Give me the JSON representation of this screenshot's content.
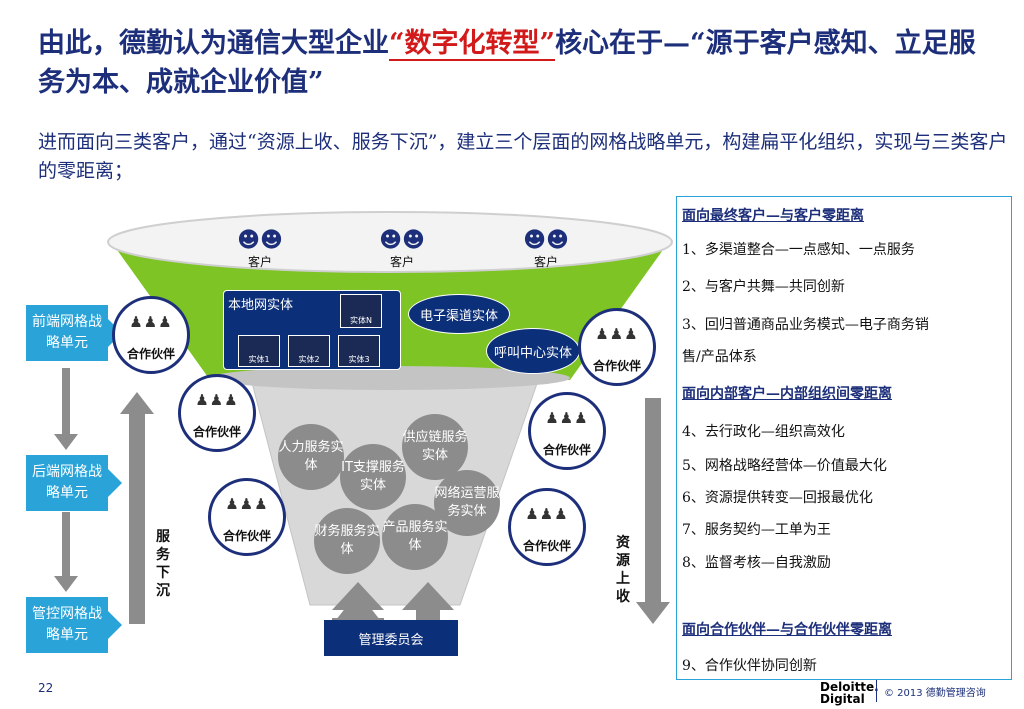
{
  "title": {
    "part1": "由此，德勤认为通信大型企业",
    "highlight": "“数字化转型”",
    "part2": "核心在于—“源于客户感知、立足服务为本、成就企业价值”"
  },
  "subtitle": "进而面向三类客户，通过“资源上收、服务下沉”，建立三个层面的网格战略单元，构建扁平化组织，实现与三类客户的零距离；",
  "left_units": [
    "前端网格战略单元",
    "后端网格战略单元",
    "管控网格战略单元"
  ],
  "customers": [
    "客户",
    "客户",
    "客户"
  ],
  "local_entity": {
    "label": "本地网实体",
    "entities": [
      "实体1",
      "实体2",
      "实体3",
      "实体N"
    ]
  },
  "ovals": [
    "电子渠道实体",
    "呼叫中心实体"
  ],
  "partner_label": "合作伙伴",
  "gray_circles": [
    "人力服务实体",
    "IT支撑服务实体",
    "供应链服务实体",
    "网络运营服务实体",
    "财务服务实体",
    "产品服务实体"
  ],
  "service_down": "服务下沉",
  "resource_up": "资源上收",
  "committee": "管理委员会",
  "right_panel": [
    {
      "text": "面向最终客户—与客户零距离",
      "head": true
    },
    {
      "text": "1、多渠道整合—一点感知、一点服务",
      "head": false
    },
    {
      "text": "2、与客户共舞—共同创新",
      "head": false
    },
    {
      "text": "3、回归普通商品业务模式—电子商务销",
      "head": false
    },
    {
      "text": "售/产品体系",
      "head": false
    },
    {
      "text": "面向内部客户—内部组织间零距离",
      "head": true
    },
    {
      "text": "4、去行政化—组织高效化",
      "head": false
    },
    {
      "text": "5、网格战略经营体—价值最大化",
      "head": false
    },
    {
      "text": "6、资源提供转变—回报最优化",
      "head": false
    },
    {
      "text": "7、服务契约—工单为王",
      "head": false
    },
    {
      "text": "8、监督考核—自我激励",
      "head": false
    },
    {
      "text": "面向合作伙伴—与合作伙伴零距离",
      "head": true
    },
    {
      "text": "9、合作伙伴协同创新",
      "head": false
    }
  ],
  "footer": {
    "page": "22",
    "logo_line1": "Deloitte.",
    "logo_line2": "Digital",
    "copyright": "© 2013 德勤管理咨询"
  }
}
